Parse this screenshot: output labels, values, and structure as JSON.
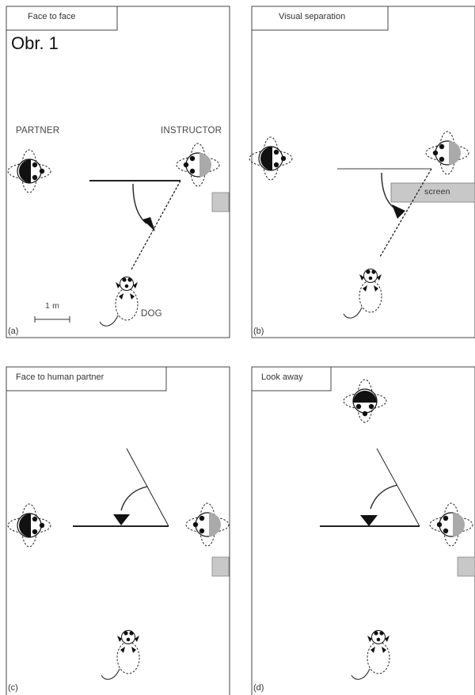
{
  "figure": {
    "caption": "Obr. 1",
    "panels": [
      {
        "title": "Face to face",
        "letter": "(a)"
      },
      {
        "title": "Visual separation",
        "letter": "(b)"
      },
      {
        "title": "Face to human partner",
        "letter": "(c)"
      },
      {
        "title": "Look away",
        "letter": "(d)"
      }
    ],
    "labels": {
      "partner": "PARTNER",
      "instructor": "INSTRUCTOR",
      "dog": "DOG",
      "screen": "screen",
      "scale": "1 m"
    }
  }
}
